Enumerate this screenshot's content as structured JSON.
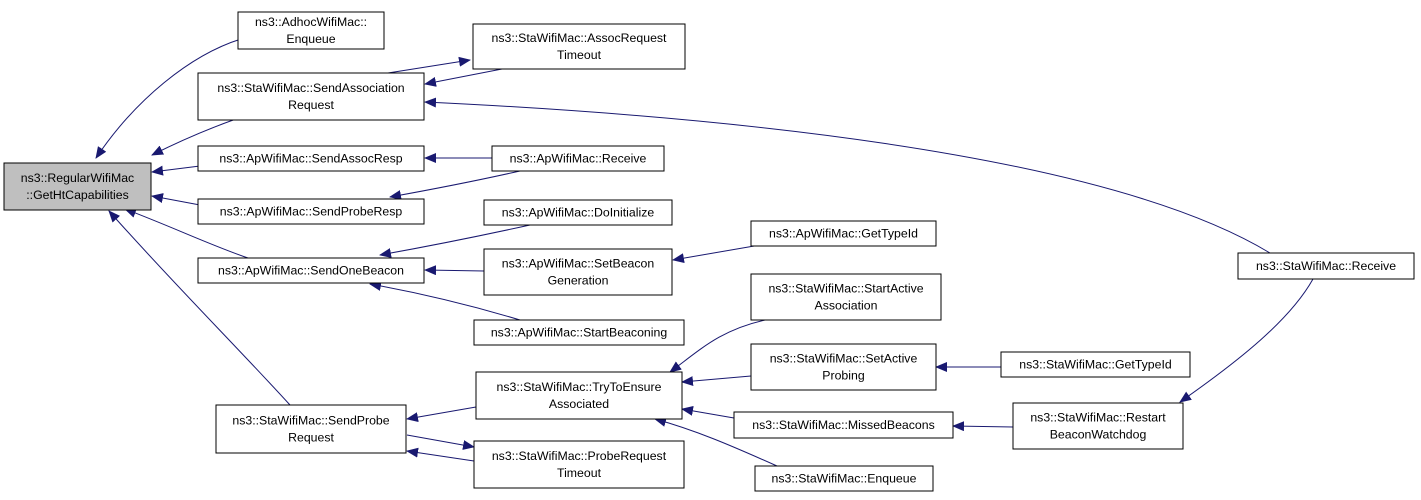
{
  "graph": {
    "edge_color": "#191970",
    "root_fill": "#bfbfbf",
    "nodes": [
      {
        "id": "root",
        "lines": [
          "ns3::RegularWifiMac",
          "::GetHtCapabilities"
        ]
      },
      {
        "id": "adhoc_enqueue",
        "lines": [
          "ns3::AdhocWifiMac::",
          "Enqueue"
        ]
      },
      {
        "id": "sta_send_assoc_req",
        "lines": [
          "ns3::StaWifiMac::SendAssociation",
          "Request"
        ]
      },
      {
        "id": "sta_assoc_req_timeout",
        "lines": [
          "ns3::StaWifiMac::AssocRequest",
          "Timeout"
        ]
      },
      {
        "id": "ap_send_assoc_resp",
        "lines": [
          "ns3::ApWifiMac::SendAssocResp"
        ]
      },
      {
        "id": "ap_receive",
        "lines": [
          "ns3::ApWifiMac::Receive"
        ]
      },
      {
        "id": "ap_send_probe_resp",
        "lines": [
          "ns3::ApWifiMac::SendProbeResp"
        ]
      },
      {
        "id": "ap_do_initialize",
        "lines": [
          "ns3::ApWifiMac::DoInitialize"
        ]
      },
      {
        "id": "ap_send_one_beacon",
        "lines": [
          "ns3::ApWifiMac::SendOneBeacon"
        ]
      },
      {
        "id": "ap_set_beacon_gen",
        "lines": [
          "ns3::ApWifiMac::SetBeacon",
          "Generation"
        ]
      },
      {
        "id": "ap_get_type_id",
        "lines": [
          "ns3::ApWifiMac::GetTypeId"
        ]
      },
      {
        "id": "ap_start_beaconing",
        "lines": [
          "ns3::ApWifiMac::StartBeaconing"
        ]
      },
      {
        "id": "sta_receive",
        "lines": [
          "ns3::StaWifiMac::Receive"
        ]
      },
      {
        "id": "sta_start_active_assoc",
        "lines": [
          "ns3::StaWifiMac::StartActive",
          "Association"
        ]
      },
      {
        "id": "sta_set_active_probing",
        "lines": [
          "ns3::StaWifiMac::SetActive",
          "Probing"
        ]
      },
      {
        "id": "sta_get_type_id",
        "lines": [
          "ns3::StaWifiMac::GetTypeId"
        ]
      },
      {
        "id": "sta_try_ensure_assoc",
        "lines": [
          "ns3::StaWifiMac::TryToEnsure",
          "Associated"
        ]
      },
      {
        "id": "sta_send_probe_req",
        "lines": [
          "ns3::StaWifiMac::SendProbe",
          "Request"
        ]
      },
      {
        "id": "sta_missed_beacons",
        "lines": [
          "ns3::StaWifiMac::MissedBeacons"
        ]
      },
      {
        "id": "sta_restart_beacon_watchdog",
        "lines": [
          "ns3::StaWifiMac::Restart",
          "BeaconWatchdog"
        ]
      },
      {
        "id": "sta_probe_req_timeout",
        "lines": [
          "ns3::StaWifiMac::ProbeRequest",
          "Timeout"
        ]
      },
      {
        "id": "sta_enqueue",
        "lines": [
          "ns3::StaWifiMac::Enqueue"
        ]
      }
    ],
    "edges": [
      {
        "from": "adhoc_enqueue",
        "to": "root"
      },
      {
        "from": "sta_send_assoc_req",
        "to": "root"
      },
      {
        "from": "ap_send_assoc_resp",
        "to": "root"
      },
      {
        "from": "ap_send_probe_resp",
        "to": "root"
      },
      {
        "from": "ap_send_one_beacon",
        "to": "root"
      },
      {
        "from": "sta_send_probe_req",
        "to": "root"
      },
      {
        "from": "sta_assoc_req_timeout",
        "to": "sta_send_assoc_req"
      },
      {
        "from": "sta_send_assoc_req",
        "to": "sta_assoc_req_timeout"
      },
      {
        "from": "sta_receive",
        "to": "sta_send_assoc_req"
      },
      {
        "from": "ap_receive",
        "to": "ap_send_assoc_resp"
      },
      {
        "from": "ap_receive",
        "to": "ap_send_probe_resp"
      },
      {
        "from": "ap_do_initialize",
        "to": "ap_send_one_beacon"
      },
      {
        "from": "ap_set_beacon_gen",
        "to": "ap_send_one_beacon"
      },
      {
        "from": "ap_start_beaconing",
        "to": "ap_send_one_beacon"
      },
      {
        "from": "ap_get_type_id",
        "to": "ap_set_beacon_gen"
      },
      {
        "from": "sta_try_ensure_assoc",
        "to": "sta_send_probe_req"
      },
      {
        "from": "sta_probe_req_timeout",
        "to": "sta_send_probe_req"
      },
      {
        "from": "sta_send_probe_req",
        "to": "sta_probe_req_timeout"
      },
      {
        "from": "sta_start_active_assoc",
        "to": "sta_try_ensure_assoc"
      },
      {
        "from": "sta_set_active_probing",
        "to": "sta_try_ensure_assoc"
      },
      {
        "from": "sta_missed_beacons",
        "to": "sta_try_ensure_assoc"
      },
      {
        "from": "sta_enqueue",
        "to": "sta_try_ensure_assoc"
      },
      {
        "from": "sta_get_type_id",
        "to": "sta_set_active_probing"
      },
      {
        "from": "sta_restart_beacon_watchdog",
        "to": "sta_missed_beacons"
      },
      {
        "from": "sta_receive",
        "to": "sta_restart_beacon_watchdog"
      }
    ]
  }
}
